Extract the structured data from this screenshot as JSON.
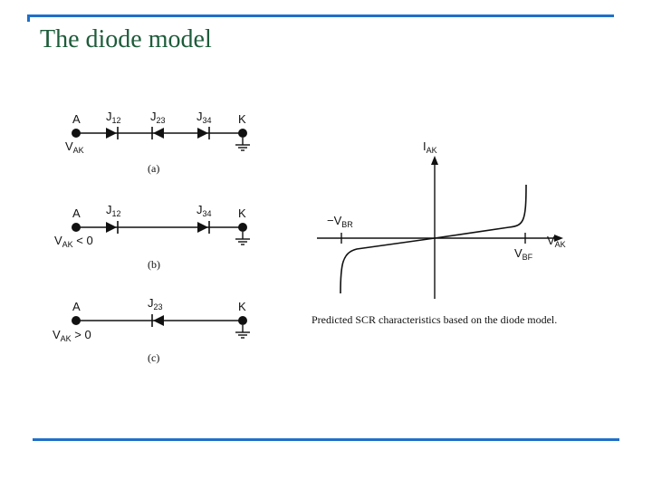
{
  "slide": {
    "title": "The diode model"
  },
  "circuits": {
    "a": {
      "anode": "A",
      "cathode": "K",
      "j1": "J",
      "j1_sub": "12",
      "j2": "J",
      "j2_sub": "23",
      "j3": "J",
      "j3_sub": "34",
      "v": "V",
      "v_sub": "AK",
      "v_tail": "",
      "caption": "(a)"
    },
    "b": {
      "anode": "A",
      "cathode": "K",
      "j1": "J",
      "j1_sub": "12",
      "j3": "J",
      "j3_sub": "34",
      "v": "V",
      "v_sub": "AK",
      "v_tail": " < 0",
      "caption": "(b)"
    },
    "c": {
      "anode": "A",
      "cathode": "K",
      "j2": "J",
      "j2_sub": "23",
      "v": "V",
      "v_sub": "AK",
      "v_tail": " > 0",
      "caption": "(c)"
    }
  },
  "graph": {
    "y_label": "I",
    "y_sub": "AK",
    "x_label": "V",
    "x_sub": "AK",
    "neg_label": "−V",
    "neg_sub": "BR",
    "pos_label": "V",
    "pos_sub": "BF",
    "caption": "Predicted SCR characteristics based on the diode model."
  }
}
